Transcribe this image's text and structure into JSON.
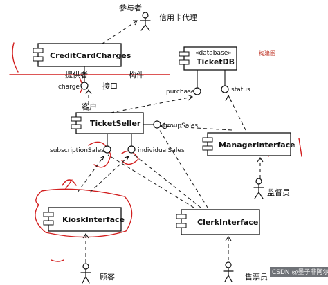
{
  "diagram": {
    "actors": {
      "participant": "参与者",
      "clerk": "售票员",
      "customer": "顾客",
      "supervisor": "监督员"
    },
    "components": {
      "credit_card_charges": "CreditCardCharges",
      "ticket_db_stereotype": "«database»",
      "ticket_db": "TicketDB",
      "ticket_seller": "TicketSeller",
      "manager_interface": "ManagerInterface",
      "kiosk_interface": "KioskInterface",
      "clerk_interface": "ClerkInterface"
    },
    "interfaces": {
      "charge": "charge",
      "purchase": "purchase",
      "status": "status",
      "group_sales": "groupSales",
      "subscription_sales": "subscriptionSales",
      "individual_sales": "individualSales"
    },
    "annotations": {
      "credit_card_proxy": "信用卡代理",
      "component": "构件",
      "provider": "提供者",
      "interface": "接口",
      "client": "客户",
      "component_diagram": "构建图"
    },
    "watermark": "CSDN @墨子非阿尔佩"
  }
}
